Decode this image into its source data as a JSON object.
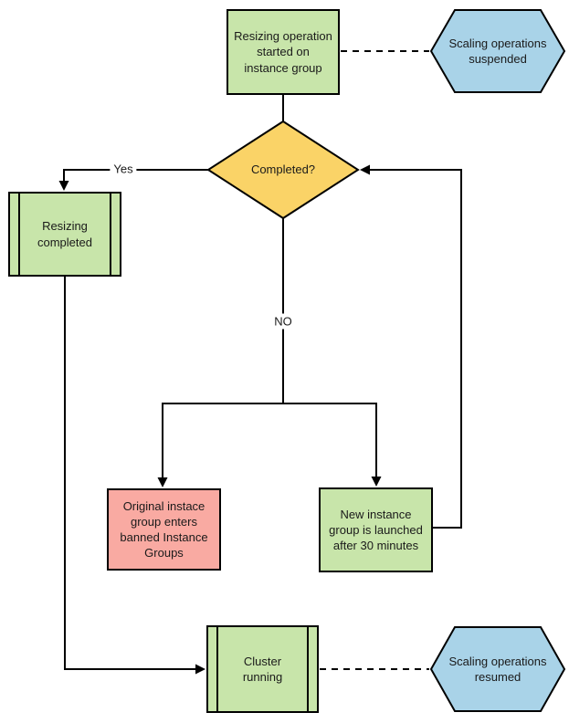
{
  "diagram": {
    "colors": {
      "green": "#c8e5aa",
      "blue": "#a9d3e8",
      "yellow": "#fad367",
      "red": "#f9aaa2",
      "line": "#000000"
    },
    "nodes": {
      "start": {
        "type": "process",
        "label": "Resizing operation started on instance group",
        "lines": [
          "Resizing operation",
          "started on",
          "instance group"
        ]
      },
      "suspended": {
        "type": "hexagon",
        "label": "Scaling operations suspended",
        "lines": [
          "Scaling operations",
          "suspended"
        ]
      },
      "completed": {
        "type": "decision",
        "label": "Completed?"
      },
      "resizing_completed": {
        "type": "predefined-process",
        "label": "Resizing completed",
        "lines": [
          "Resizing",
          "completed"
        ]
      },
      "banned": {
        "type": "process",
        "label": "Original instace group enters banned Instance Groups",
        "lines": [
          "Original instace",
          "group enters",
          "banned Instance",
          "Groups"
        ]
      },
      "new_group": {
        "type": "process",
        "label": "New instance group is launched after 30 minutes",
        "lines": [
          "New instance",
          "group is launched",
          "after 30 minutes"
        ]
      },
      "cluster_running": {
        "type": "predefined-process",
        "label": "Cluster running",
        "lines": [
          "Cluster",
          "running"
        ]
      },
      "resumed": {
        "type": "hexagon",
        "label": "Scaling operations resumed",
        "lines": [
          "Scaling operations",
          "resumed"
        ]
      }
    },
    "edge_labels": {
      "yes": "Yes",
      "no": "NO"
    }
  }
}
